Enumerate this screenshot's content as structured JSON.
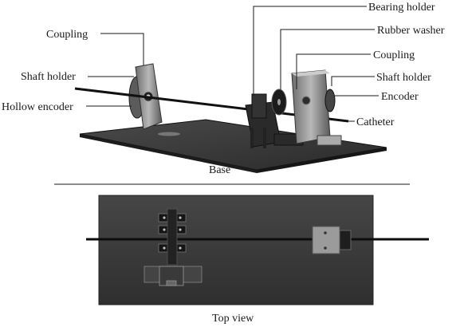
{
  "labels": {
    "coupling_left": "Coupling",
    "shaft_holder_left": "Shaft holder",
    "hollow_encoder": "Hollow encoder",
    "bearing_holder": "Bearing holder",
    "rubber_washer": "Rubber washer",
    "coupling_right": "Coupling",
    "shaft_holder_right": "Shaft holder",
    "encoder": "Encoder",
    "catheter": "Catheter",
    "base": "Base",
    "top_view": "Top view"
  },
  "colors": {
    "base_plate": "#2b2b2b",
    "parts": "#3a3a3a",
    "parts_light": "#9a9a9a",
    "top_plate": "#3c3c3c",
    "shaft": "#111111"
  }
}
